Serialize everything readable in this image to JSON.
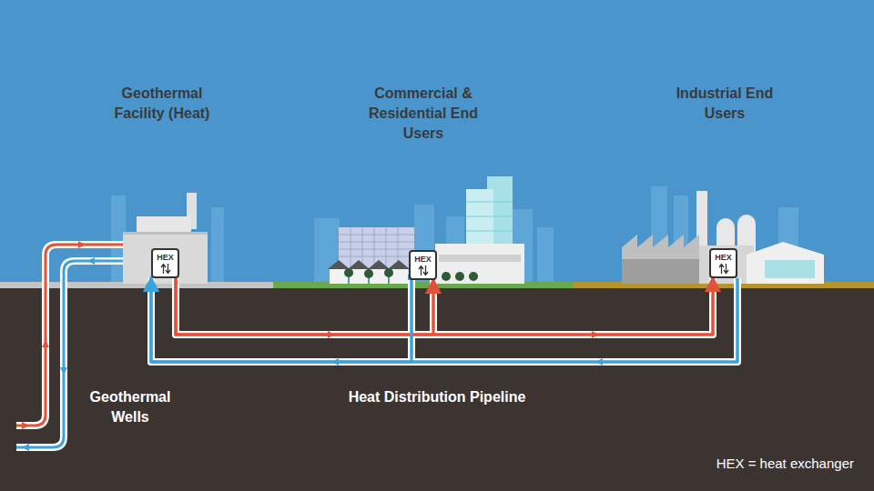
{
  "diagram": {
    "nodes": [
      {
        "text": [
          "HEX"
        ]
      },
      {
        "text": [
          "HEX"
        ]
      },
      {
        "text": [
          "HEX"
        ]
      }
    ],
    "edges": [
      {
        "from": 0,
        "to": 1,
        "arrow": "to"
      },
      {
        "from": 0,
        "to": 2,
        "arrow": "to"
      },
      {
        "from": 1,
        "to": 0,
        "arrow": "to"
      },
      {
        "from": 2,
        "to": 0,
        "arrow": "to"
      }
    ],
    "labels": [
      "Geothermal Facility (Heat)",
      "Commercial & Residential End Users",
      "Industrial End Users",
      "Geothermal Wells",
      "Heat Distribution Pipeline",
      "HEX = heat exchanger"
    ]
  }
}
